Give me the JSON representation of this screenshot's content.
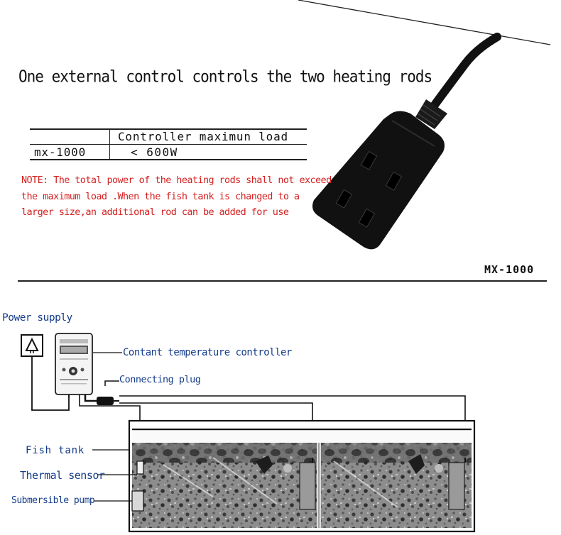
{
  "headline": "One external control controls the two heating rods",
  "load_table": {
    "header": "Controller maximun load",
    "model": "mx-1000",
    "value": "< 600W"
  },
  "note_lines": [
    "NOTE: The total power of the heating rods shall not exceed",
    "the maximum load .When the fish tank is changed to a",
    "larger size,an additional rod can be added for use"
  ],
  "model_label": "MX-1000",
  "diagram_labels": {
    "power_supply": "Power supply",
    "controller": "Contant temperature controller",
    "connecting_plug": "Connecting plug",
    "fish_tank": "Fish tank",
    "thermal_sensor": "Thermal sensor",
    "submersible_pump": "Submersible pump"
  },
  "colors": {
    "note": "#d42020",
    "label": "#143c8a",
    "ink": "#111111"
  }
}
